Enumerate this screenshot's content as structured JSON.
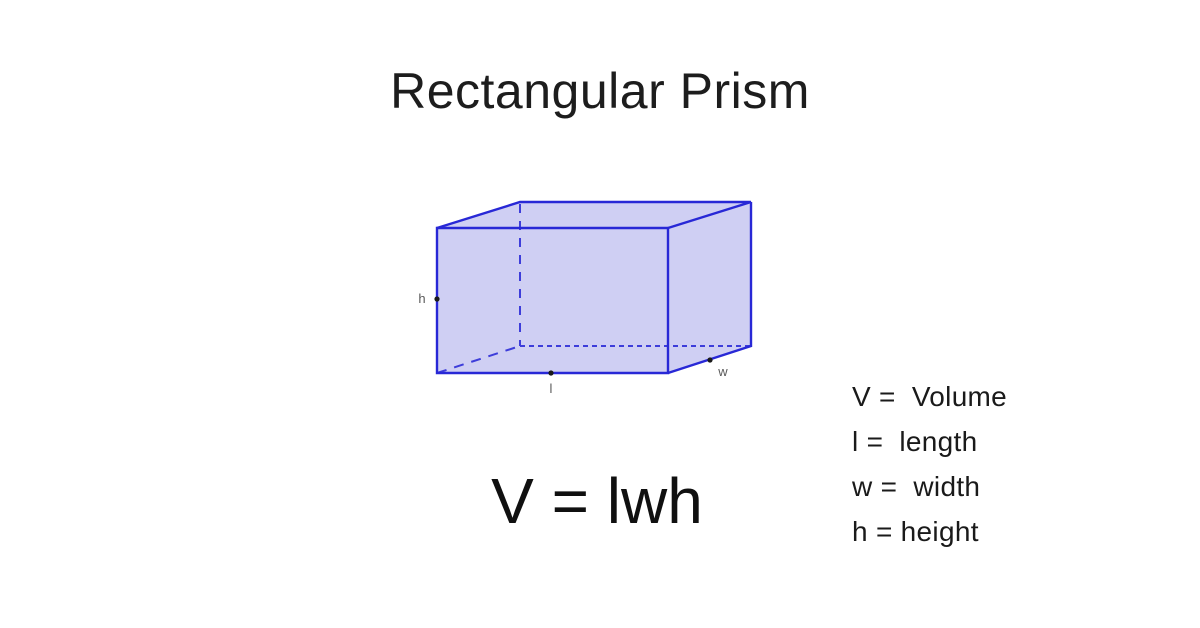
{
  "background": "#ffffff",
  "title": "Rectangular Prism",
  "formula": "V = lwh",
  "legend": {
    "items": [
      {
        "text": "V =  Volume"
      },
      {
        "text": "l =  length"
      },
      {
        "text": "w =  width"
      },
      {
        "text": "h = height"
      }
    ]
  },
  "diagram": {
    "labels": {
      "height": "h",
      "length": "l",
      "width": "w"
    },
    "colors": {
      "edge": "#2828d6",
      "hidden_edge": "#3d3dda",
      "fill": "#cfcff3",
      "label": "#5a5a5a",
      "dot": "#1a1a1a"
    }
  },
  "text_colors": {
    "title": "#1d1d1d",
    "formula": "#101010",
    "legend": "#1a1a1a"
  }
}
